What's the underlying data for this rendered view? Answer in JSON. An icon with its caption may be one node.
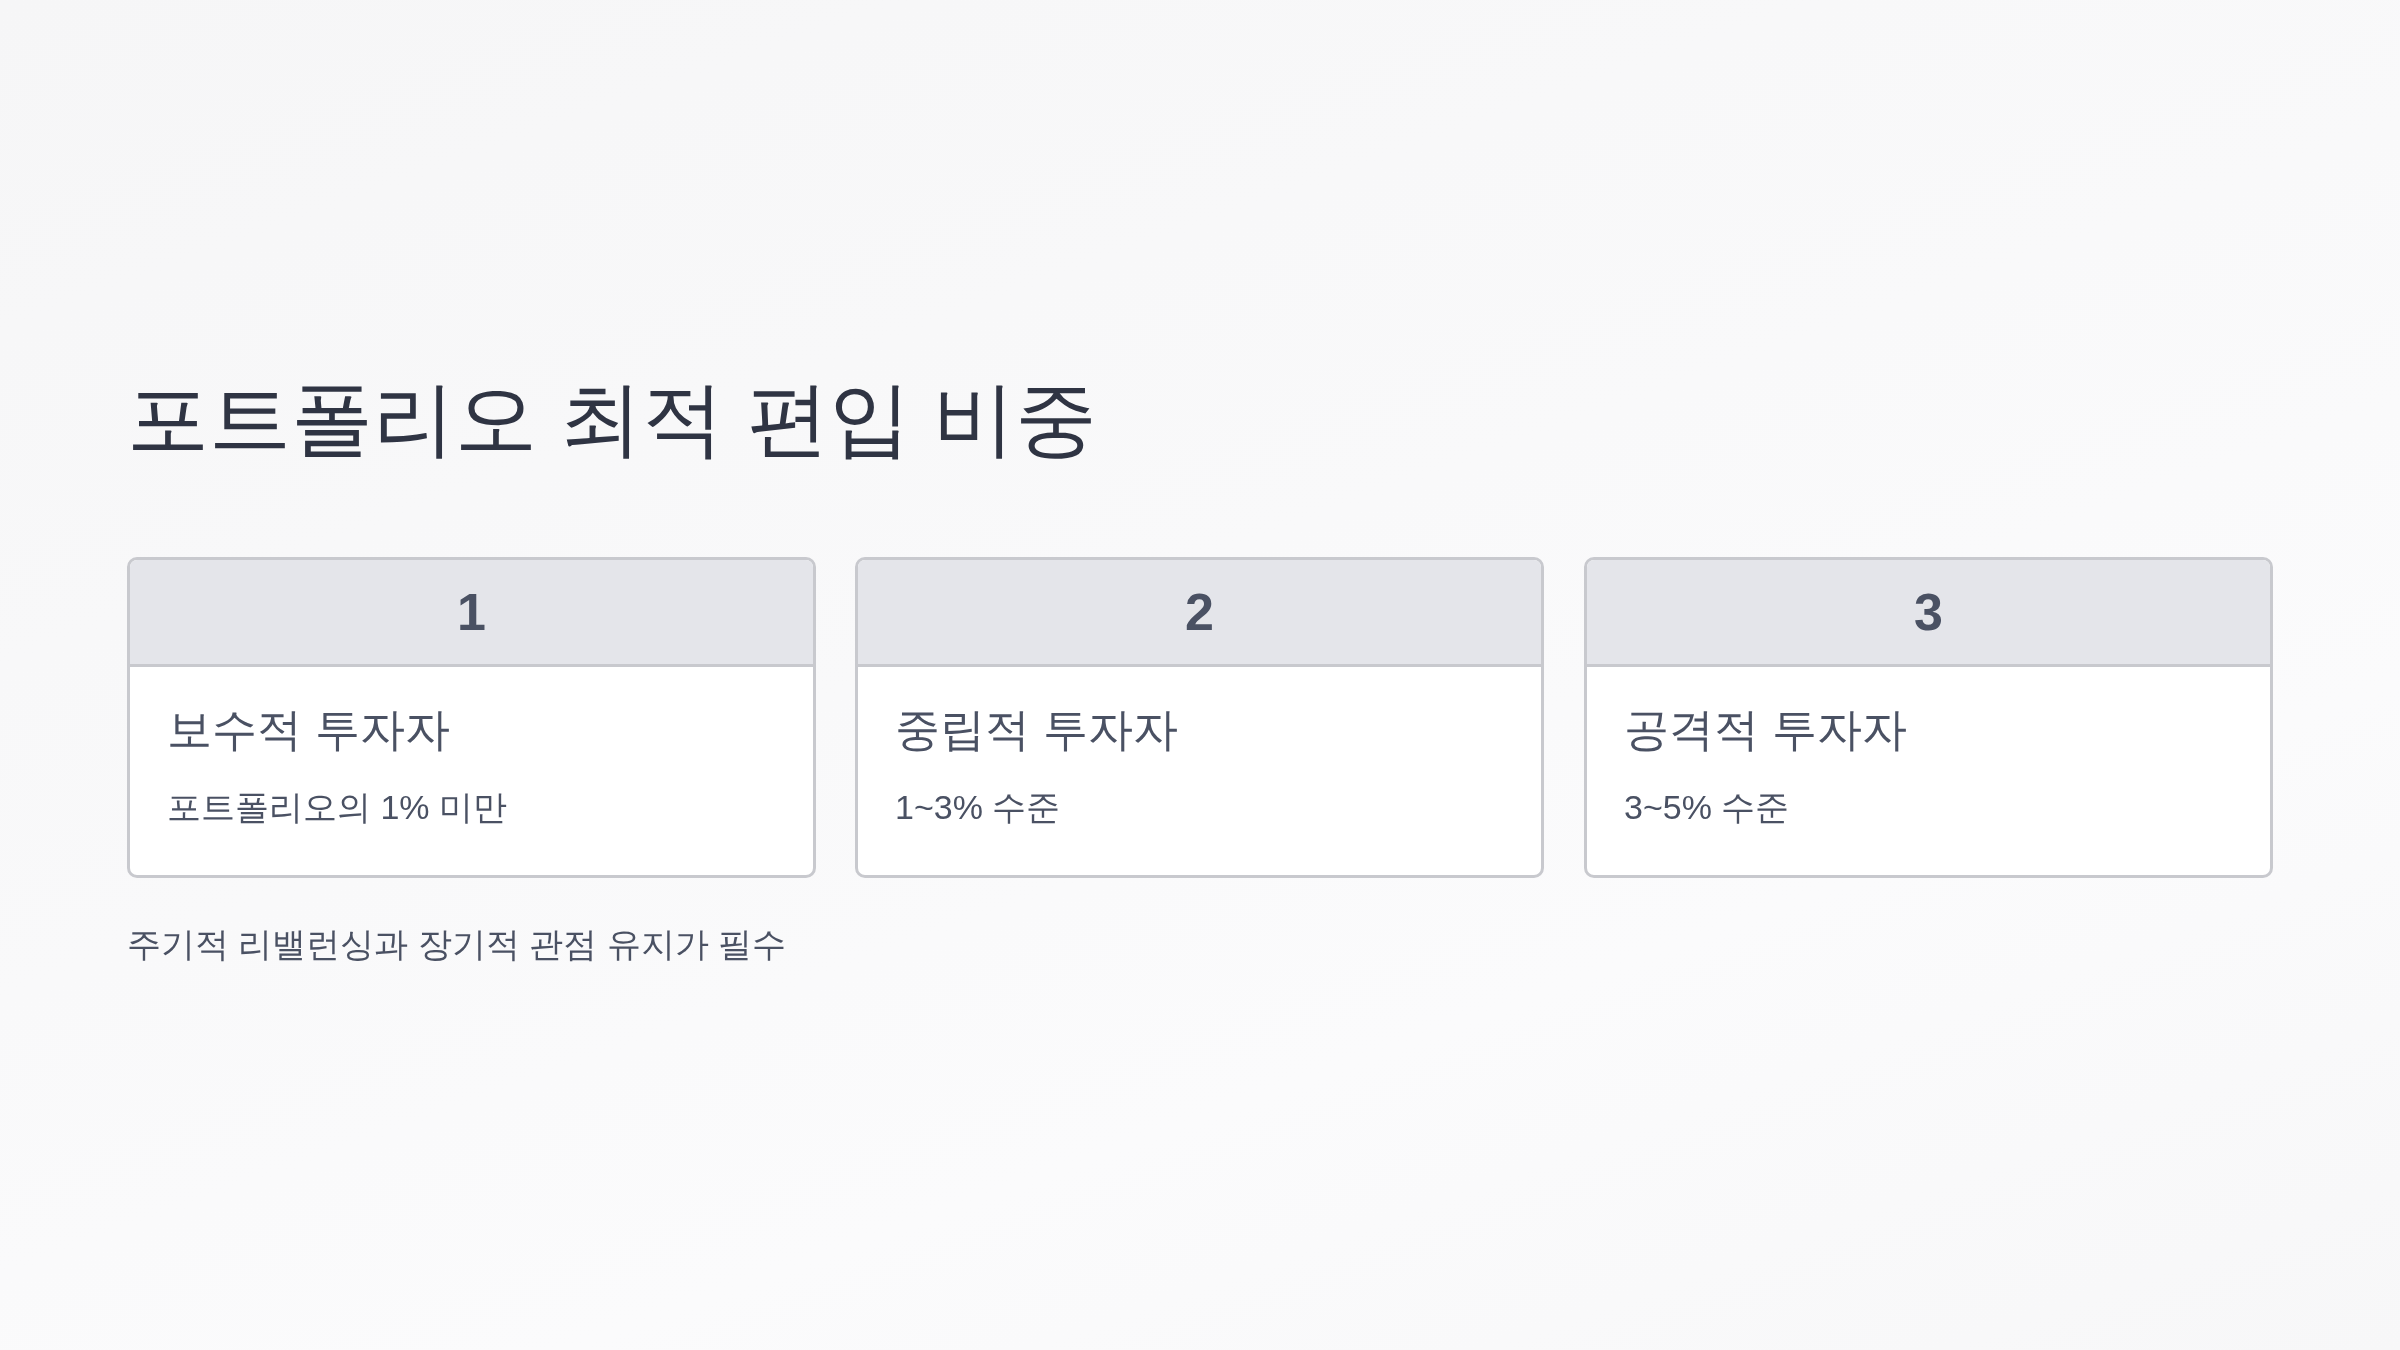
{
  "diagram": {
    "title": "포트폴리오 최적 편입 비중",
    "nodes": [
      {
        "text": [
          "1",
          "보수적 투자자",
          "포트폴리오의 1% 미만"
        ]
      },
      {
        "text": [
          "2",
          "중립적 투자자",
          "1~3% 수준"
        ]
      },
      {
        "text": [
          "3",
          "공격적 투자자",
          "3~5% 수준"
        ]
      }
    ],
    "edges": [],
    "labels": [
      "주기적 리밸런싱과 장기적 관점 유지가 필수"
    ]
  }
}
